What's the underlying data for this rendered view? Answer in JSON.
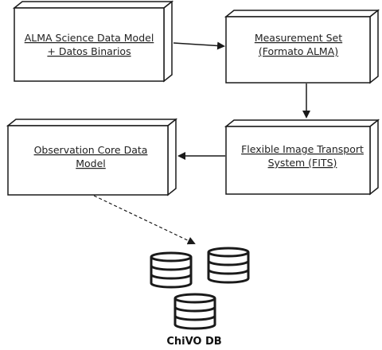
{
  "nodes": {
    "alma_sdm": {
      "line1": "ALMA Science Data Model",
      "line2": "+ Datos Binarios"
    },
    "measurement_set": {
      "line1": "Measurement Set",
      "line2": "(Formato ALMA)"
    },
    "fits": {
      "line1": "Flexible Image Transport",
      "line2": "System (FITS)"
    },
    "obscore": {
      "line1": "Observation Core Data",
      "line2": "Model"
    }
  },
  "database": {
    "label": "ChiVO DB"
  },
  "colors": {
    "stroke": "#1a1a1a",
    "fill": "#ffffff",
    "text": "#222222"
  }
}
